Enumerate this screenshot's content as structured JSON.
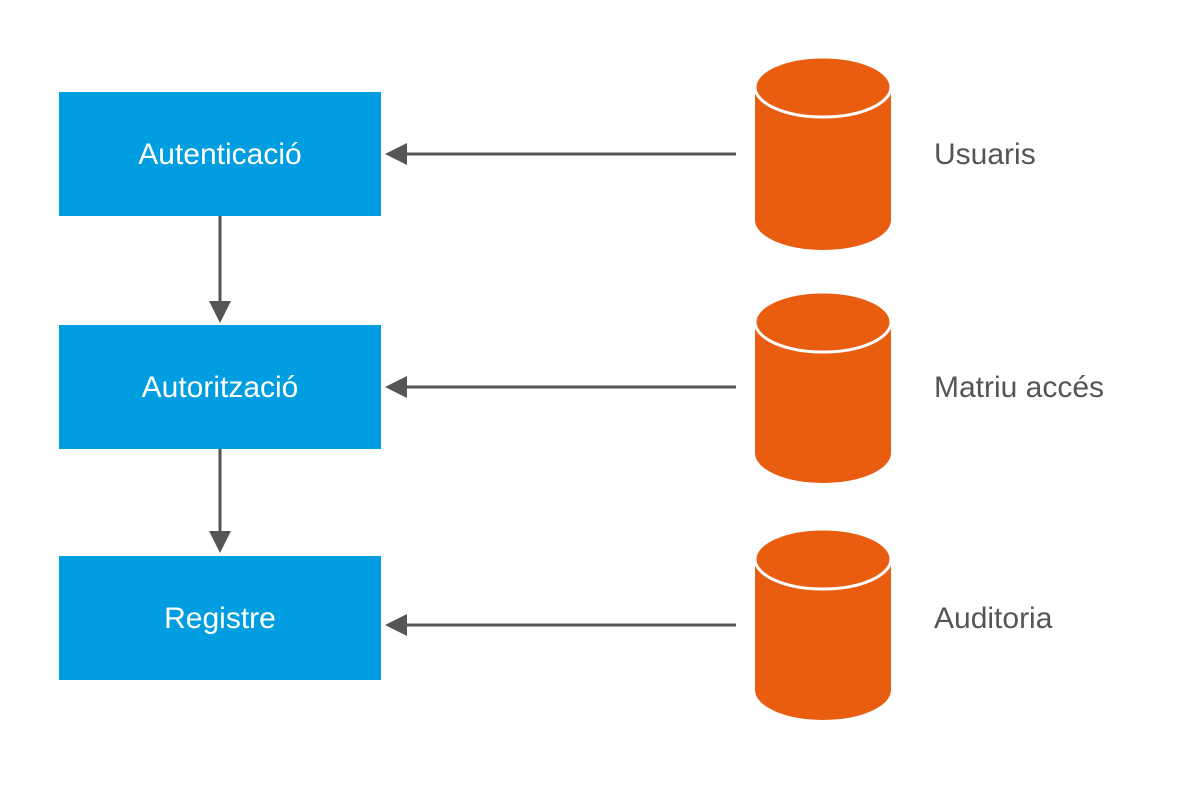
{
  "colors": {
    "process_box": "#009ee0",
    "database": "#e85d0f",
    "arrow": "#555555",
    "box_text": "#ffffff",
    "db_text": "#555555"
  },
  "processes": [
    {
      "label": "Autenticació"
    },
    {
      "label": "Autorització"
    },
    {
      "label": "Registre"
    }
  ],
  "databases": [
    {
      "label": "Usuaris",
      "icon": "database-cylinder-icon"
    },
    {
      "label": "Matriu accés",
      "icon": "database-cylinder-icon"
    },
    {
      "label": "Auditoria",
      "icon": "database-cylinder-icon"
    }
  ]
}
